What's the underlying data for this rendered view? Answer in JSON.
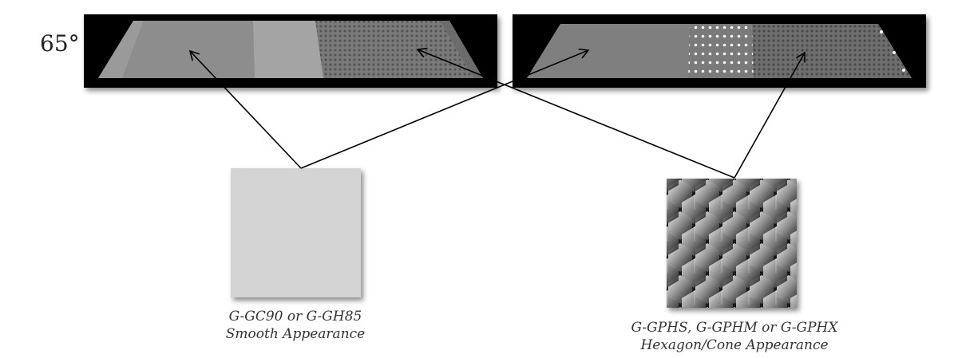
{
  "angle_label": "65°",
  "panels": [
    {
      "id": "left",
      "regions": [
        "smooth",
        "smooth-light",
        "hexagon"
      ]
    },
    {
      "id": "right",
      "regions": [
        "smooth",
        "dotted",
        "hexagon"
      ]
    }
  ],
  "samples": [
    {
      "id": "smooth",
      "line1": "G-GC90 or G-GH85",
      "line2": "Smooth Appearance",
      "color": "#d4d4d4"
    },
    {
      "id": "hexagon",
      "line1": "G-GPHS, G-GPHM or G-GPHX",
      "line2": "Hexagon/Cone Appearance"
    }
  ],
  "colors": {
    "panel_bg": "#000000",
    "line": "#000000",
    "caption": "#333333"
  }
}
